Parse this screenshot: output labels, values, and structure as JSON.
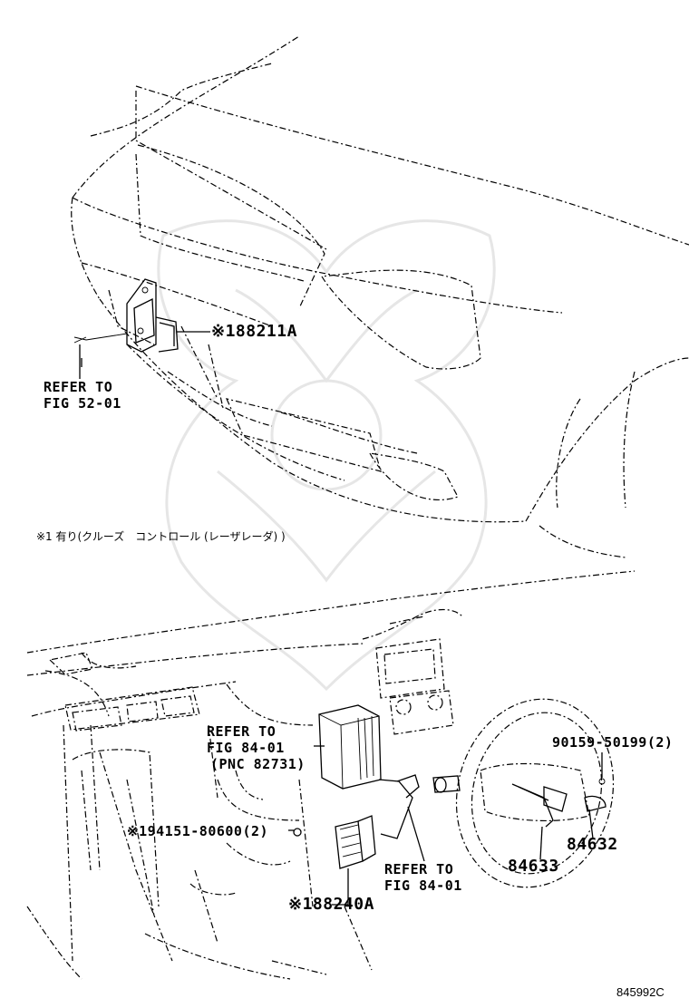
{
  "note_cruise": "※1 有り(クルーズ　コントロール (レーザレーダ) )",
  "figure_number": "845992C",
  "labels": {
    "sensor_88211A": "※188211A",
    "refer_52_l1": "REFER TO",
    "refer_52_l2": "FIG 52-01",
    "refer_84_pnc_l1": "REFER TO",
    "refer_84_pnc_l2": "FIG 84-01",
    "refer_84_pnc_l3": "(PNC 82731)",
    "screw_90159": "90159-50199(2)",
    "part_84632": "84632",
    "part_84633": "84633",
    "nut_94151": "※194151-80600(2)",
    "refer_84_l1": "REFER TO",
    "refer_84_l2": "FIG 84-01",
    "ecu_88240A": "※188240A"
  }
}
